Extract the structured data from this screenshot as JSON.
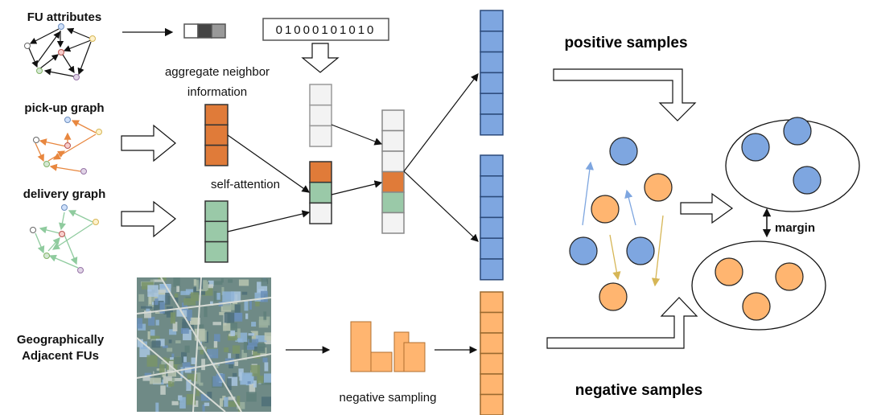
{
  "labels": {
    "fu_attributes": "FU attributes",
    "pickup_graph": "pick-up graph",
    "delivery_graph": "delivery graph",
    "geo_line1": "Geographically",
    "geo_line2": "Adjacent FUs",
    "aggregate_line1": "aggregate neighbor",
    "aggregate_line2": "information",
    "self_attention": "self-attention",
    "binary_code": "01000101010",
    "negative_sampling": "negative sampling",
    "positive_samples": "positive samples",
    "negative_samples": "negative samples",
    "margin": "margin"
  },
  "colors": {
    "orange_embedding": "#E07B39",
    "green_embedding": "#9AC9A8",
    "blue_sample": "#7EA6E0",
    "orange_sample": "#FFB570",
    "empty_cell": "#F3F3F3"
  }
}
